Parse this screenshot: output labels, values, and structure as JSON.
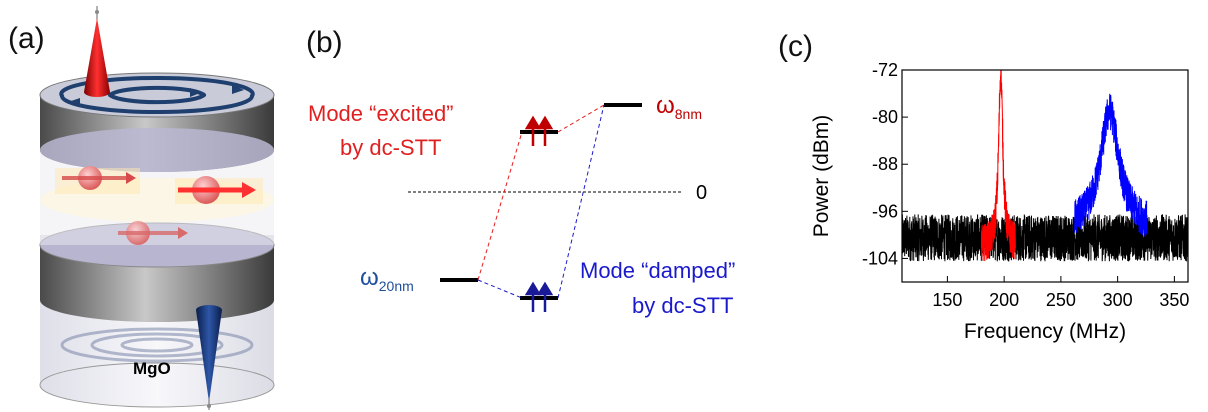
{
  "panels": {
    "a": {
      "label": "(a)",
      "mgo_label": "MgO"
    },
    "b": {
      "label": "(b)",
      "excited_line1": "Mode “excited”",
      "excited_line2": "by dc-STT",
      "damped_line1": "Mode “damped”",
      "damped_line2": "by dc-STT",
      "omega_8_symbol": "ω",
      "omega_8_sub": "8nm",
      "omega_20_symbol": "ω",
      "omega_20_sub": "20nm",
      "zero_label": "0",
      "colors": {
        "excited": "#e02020",
        "damped": "#1a1acc",
        "omega8": "#c00000",
        "omega20": "#1f4e9c"
      }
    },
    "c": {
      "label": "(c)"
    }
  },
  "chart_data": {
    "type": "line",
    "xlabel": "Frequency (MHz)",
    "ylabel": "Power (dBm)",
    "xlim": [
      110,
      362
    ],
    "ylim": [
      -108,
      -72
    ],
    "xticks": [
      150,
      200,
      250,
      300,
      350
    ],
    "yticks": [
      -72,
      -80,
      -88,
      -96,
      -104
    ],
    "grid": false,
    "series": [
      {
        "color": "#000000",
        "x_range": [
          110,
          362
        ],
        "baseline": -100.5,
        "noise": 4.0
      },
      {
        "color": "#ff0000",
        "x_range": [
          180,
          210
        ],
        "peak_x": 197,
        "peak_y": -72,
        "width": 2.2,
        "baseline": -102
      },
      {
        "color": "#0000ff",
        "x_range": [
          262,
          326
        ],
        "peak_x": 293,
        "peak_y": -79,
        "width": 10,
        "baseline": -99
      }
    ]
  }
}
